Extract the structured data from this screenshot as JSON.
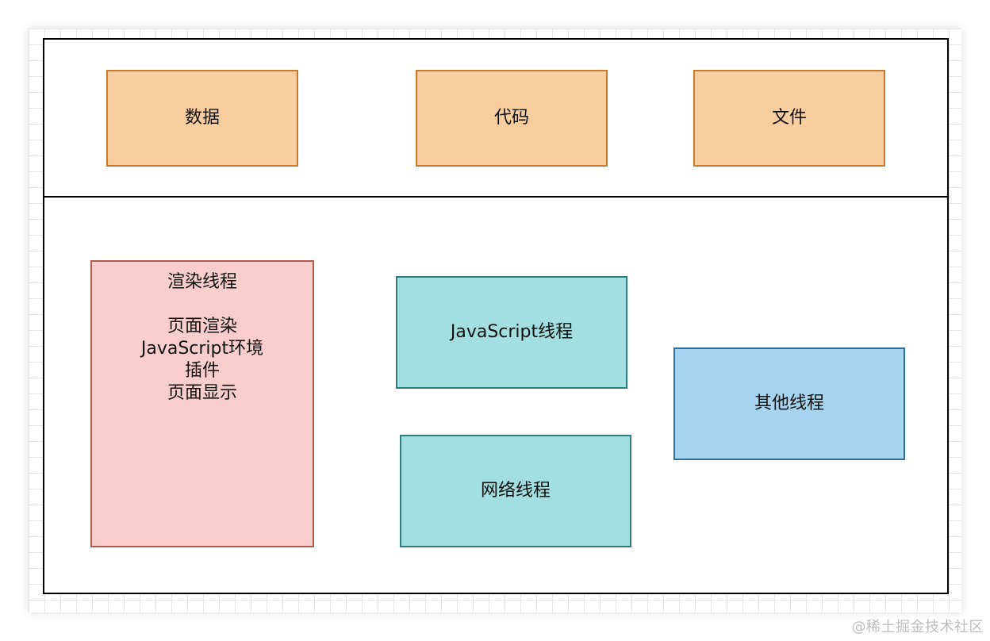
{
  "diagram": {
    "top_boxes": {
      "data_label": "数据",
      "code_label": "代码",
      "file_label": "文件"
    },
    "render_thread": {
      "title": "渲染线程",
      "lines": [
        "页面渲染",
        "JavaScript环境",
        "插件",
        "页面显示"
      ]
    },
    "js_thread_label": "JavaScript线程",
    "network_thread_label": "网络线程",
    "other_thread_label": "其他线程"
  },
  "watermark": "@稀土掘金技术社区",
  "colors": {
    "orange_fill": "#f8cda0",
    "orange_stroke": "#c77a2e",
    "pink_fill": "#f8cecc",
    "pink_stroke": "#b35a50",
    "teal_fill": "#a3dfe0",
    "teal_stroke": "#2d7d80",
    "blue_fill": "#a7d4ee",
    "blue_stroke": "#2f6f99"
  }
}
